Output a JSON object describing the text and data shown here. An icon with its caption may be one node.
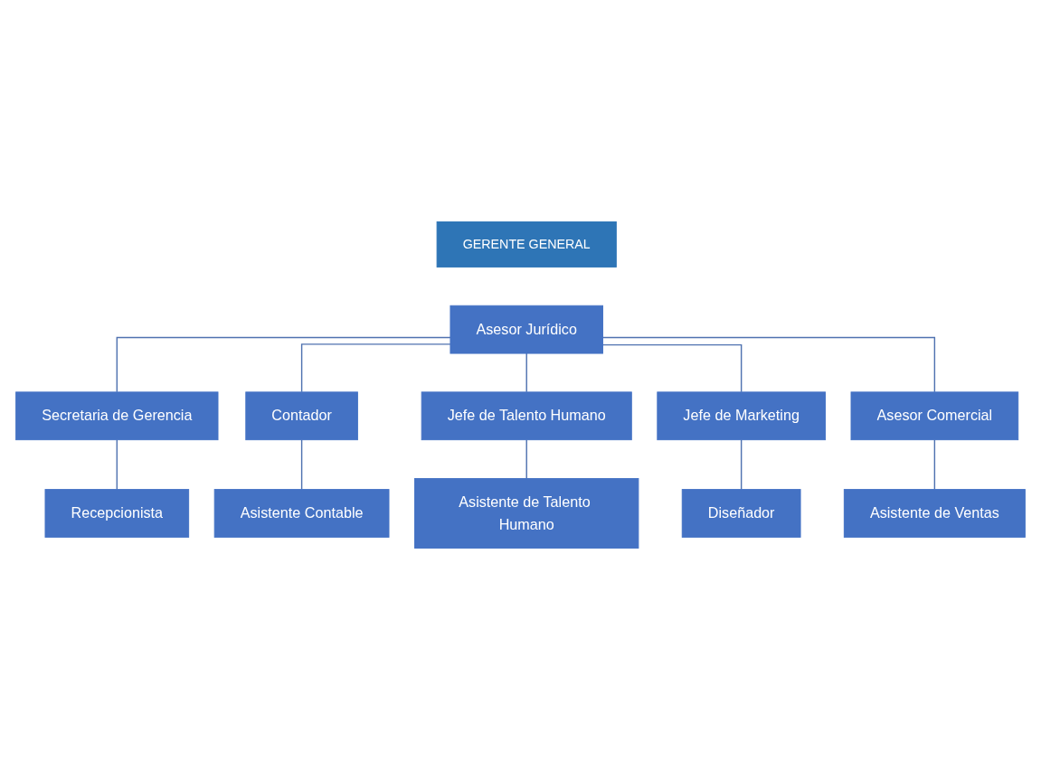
{
  "diagram": {
    "nodes": [
      {
        "text": [
          "GERENTE GENERAL"
        ]
      },
      {
        "text": [
          "Asesor Jurídico"
        ]
      },
      {
        "text": [
          "Secretaria de Gerencia"
        ]
      },
      {
        "text": [
          "Recepcionista"
        ]
      },
      {
        "text": [
          "Contador"
        ]
      },
      {
        "text": [
          "Jefe de Talento Humano"
        ]
      },
      {
        "text": [
          "Jefe de Marketing"
        ]
      },
      {
        "text": [
          "Asesor Comercial"
        ]
      },
      {
        "text": [
          "Asistente Contable"
        ]
      },
      {
        "text": [
          "Asistente de Talento Humano"
        ]
      },
      {
        "text": [
          "Diseñador"
        ]
      },
      {
        "text": [
          "Asistente de Ventas"
        ]
      }
    ],
    "edges": [
      {
        "from": 1,
        "to": 2,
        "arrow": "none"
      },
      {
        "from": 2,
        "to": 3,
        "arrow": "none"
      },
      {
        "from": 1,
        "to": 4,
        "arrow": "none"
      },
      {
        "from": 1,
        "to": 5,
        "arrow": "none"
      },
      {
        "from": 1,
        "to": 6,
        "arrow": "none"
      },
      {
        "from": 1,
        "to": 7,
        "arrow": "none"
      },
      {
        "from": 4,
        "to": 8,
        "arrow": "none"
      },
      {
        "from": 5,
        "to": 9,
        "arrow": "none"
      },
      {
        "from": 6,
        "to": 10,
        "arrow": "none"
      },
      {
        "from": 7,
        "to": 11,
        "arrow": "none"
      }
    ]
  }
}
